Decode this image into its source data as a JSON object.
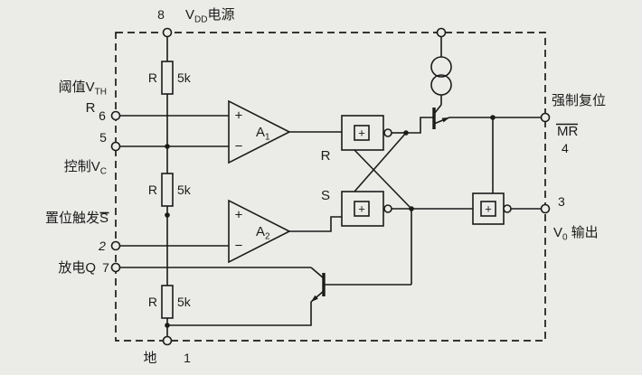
{
  "colors": {
    "background": "#ebebe8",
    "ink": "#1b1b1b"
  },
  "power_pin": {
    "number": "8",
    "label_main": "V",
    "label_sub": "DD",
    "label_rest": "电源"
  },
  "ground_pin": {
    "label": "地",
    "number": "1"
  },
  "threshold_pin": {
    "label_main": "阈值V",
    "label_sub": "TH",
    "label_secondary": "R",
    "number": "6"
  },
  "control_pin": {
    "number": "5",
    "label_main": "控制V",
    "label_sub": "C"
  },
  "trigger_pin": {
    "label": "置位触发S",
    "number": "2"
  },
  "discharge_pin": {
    "label": "放电Q",
    "number": "7"
  },
  "reset_pin": {
    "label": "强制复位",
    "name": "MR",
    "number": "4"
  },
  "output_pin": {
    "number": "3",
    "label_main": "V",
    "label_sub": "0",
    "label_rest": "输出"
  },
  "resistors": {
    "r1": {
      "label": "R",
      "value": "5k"
    },
    "r2": {
      "label": "R",
      "value": "5k"
    },
    "r3": {
      "label": "R",
      "value": "5k"
    }
  },
  "comparators": {
    "a1": {
      "plus": "+",
      "minus": "−",
      "label_main": "A",
      "label_sub": "1"
    },
    "a2": {
      "plus": "+",
      "minus": "−",
      "label_main": "A",
      "label_sub": "2"
    }
  },
  "flipflop": {
    "r_label": "R",
    "s_label": "S",
    "gate_symbol": "+"
  },
  "output_gate": {
    "symbol": "+"
  }
}
